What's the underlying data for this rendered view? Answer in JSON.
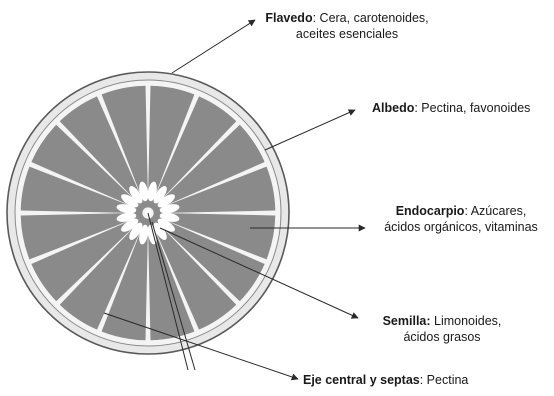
{
  "colors": {
    "segment_fill": "#8a8a8a",
    "segment_line": "#f4f4f4",
    "rind": "#e8e8e8",
    "outline": "#5a5a5a",
    "seed": "#ffffff",
    "arrow": "#2a2a2a"
  },
  "diagram": {
    "segment_count": 16,
    "seed_count": 16
  },
  "labels": {
    "flavedo": {
      "term": "Flavedo",
      "text": ": Cera, carotenoides,",
      "line2": "aceites esenciales"
    },
    "albedo": {
      "term": "Albedo",
      "text": ": Pectina, favonoides"
    },
    "endocarpio": {
      "term": "Endocarpio",
      "text": ": Azúcares,",
      "line2": "ácidos orgánicos, vitaminas"
    },
    "semilla": {
      "term": "Semilla:",
      "text": " Limonoides,",
      "line2": "ácidos grasos"
    },
    "eje": {
      "term": "Eje central y septas",
      "text": ": Pectina"
    }
  }
}
